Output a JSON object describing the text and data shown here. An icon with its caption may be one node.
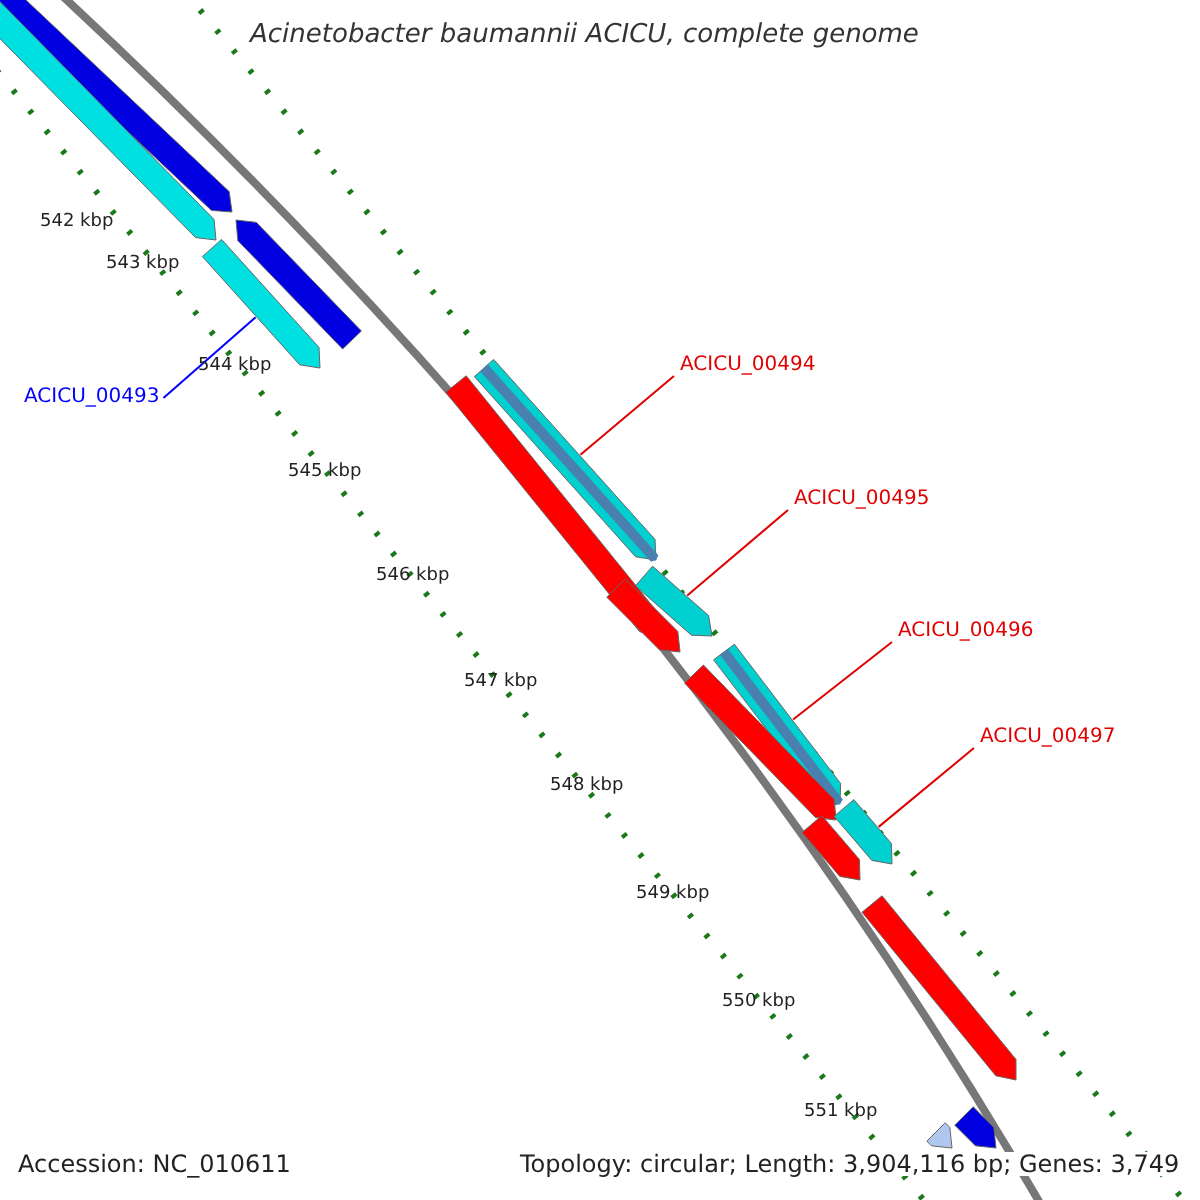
{
  "diagram": {
    "title": "Acinetobacter baumannii ACICU, complete genome",
    "nodes": [
      {
        "text": [
          "ACICU_00493"
        ]
      },
      {
        "text": [
          "ACICU_00494"
        ]
      },
      {
        "text": [
          "ACICU_00495"
        ]
      },
      {
        "text": [
          "ACICU_00496"
        ]
      },
      {
        "text": [
          "ACICU_00497"
        ]
      },
      {
        "text": [],
        "shape": "arrow"
      },
      {
        "text": [],
        "shape": "arrow"
      },
      {
        "text": [],
        "shape": "arrow"
      },
      {
        "text": [],
        "shape": "arrow"
      },
      {
        "text": [],
        "shape": "arrow"
      },
      {
        "text": [],
        "shape": "arrow"
      },
      {
        "text": [],
        "shape": "arrow"
      },
      {
        "text": [],
        "shape": "arrow"
      },
      {
        "text": [],
        "shape": "arrow"
      },
      {
        "text": [],
        "shape": "arrow"
      },
      {
        "text": [],
        "shape": "arrow"
      },
      {
        "text": [],
        "shape": "arrow"
      },
      {
        "text": [],
        "shape": "arrow"
      },
      {
        "text": [],
        "shape": "arrow"
      },
      {
        "text": [],
        "shape": "arrow"
      }
    ],
    "edges": [
      {
        "from": 0,
        "to": 8,
        "arrow": "none",
        "color": "#0000ff"
      },
      {
        "from": 1,
        "to": 9,
        "arrow": "none"
      },
      {
        "from": 2,
        "to": 11,
        "arrow": "none"
      },
      {
        "from": 3,
        "to": 13,
        "arrow": "none"
      },
      {
        "from": 4,
        "to": 15,
        "arrow": "none"
      }
    ],
    "labels": [
      "542 kbp",
      "543 kbp",
      "544 kbp",
      "545 kbp",
      "546 kbp",
      "547 kbp",
      "548 kbp",
      "549 kbp",
      "550 kbp",
      "551 kbp",
      "Accession: NC_010611",
      "Topology: circular; Length: 3,904,116 bp; Genes: 3,749"
    ]
  }
}
